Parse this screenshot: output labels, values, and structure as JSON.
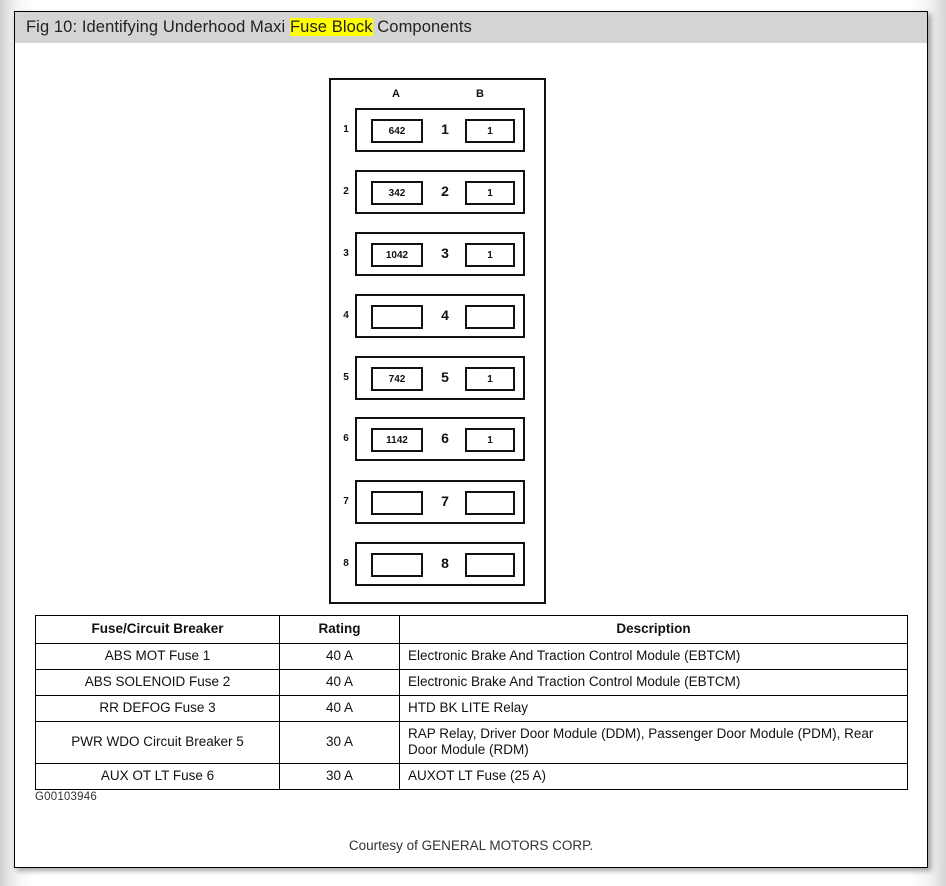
{
  "title": {
    "prefix": "Fig 10: Identifying Underhood Maxi ",
    "highlight": "Fuse Block",
    "suffix": " Components"
  },
  "diagram": {
    "column_headers": {
      "a": "A",
      "b": "B"
    },
    "rows": [
      {
        "index": "1",
        "slot_a": "642",
        "center": "1",
        "slot_b": "1"
      },
      {
        "index": "2",
        "slot_a": "342",
        "center": "2",
        "slot_b": "1"
      },
      {
        "index": "3",
        "slot_a": "1042",
        "center": "3",
        "slot_b": "1"
      },
      {
        "index": "4",
        "slot_a": "",
        "center": "4",
        "slot_b": ""
      },
      {
        "index": "5",
        "slot_a": "742",
        "center": "5",
        "slot_b": "1"
      },
      {
        "index": "6",
        "slot_a": "1142",
        "center": "6",
        "slot_b": "1"
      },
      {
        "index": "7",
        "slot_a": "",
        "center": "7",
        "slot_b": ""
      },
      {
        "index": "8",
        "slot_a": "",
        "center": "8",
        "slot_b": ""
      }
    ]
  },
  "table": {
    "headers": {
      "name": "Fuse/Circuit Breaker",
      "rating": "Rating",
      "description": "Description"
    },
    "rows": [
      {
        "name": "ABS MOT Fuse 1",
        "rating": "40 A",
        "description": "Electronic Brake And Traction Control Module (EBTCM)"
      },
      {
        "name": "ABS SOLENOID Fuse 2",
        "rating": "40 A",
        "description": "Electronic Brake And Traction Control Module (EBTCM)"
      },
      {
        "name": "RR DEFOG Fuse 3",
        "rating": "40 A",
        "description": "HTD BK LITE Relay"
      },
      {
        "name": "PWR WDO Circuit Breaker 5",
        "rating": "30 A",
        "description": "RAP Relay, Driver Door Module (DDM), Passenger Door Module (PDM), Rear Door Module (RDM)"
      },
      {
        "name": "AUX OT LT Fuse 6",
        "rating": "30 A",
        "description": "AUXOT LT Fuse (25 A)"
      }
    ]
  },
  "figure_id": "G00103946",
  "courtesy": "Courtesy of GENERAL MOTORS CORP.",
  "colors": {
    "titlebar_background": "#d4d4d4",
    "highlight": "#ffff00",
    "page_background": "#ffffff",
    "ink": "#111111"
  }
}
